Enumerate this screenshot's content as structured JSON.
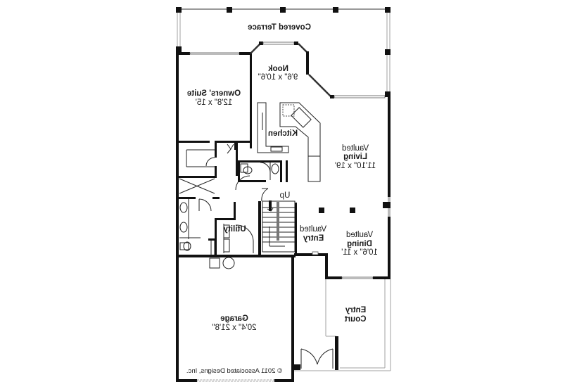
{
  "plan": {
    "orientation": "mirrored-horizontally",
    "rooms": [
      {
        "name": "Covered Terrace",
        "dims": ""
      },
      {
        "name": "Nook",
        "dims": "9'6\" x 10'6\""
      },
      {
        "name": "Owners' Suite",
        "dims": "12'8\" x 15'"
      },
      {
        "name": "Kitchen",
        "dims": ""
      },
      {
        "name": "Vaulted",
        "name2": "Living",
        "dims": "11'10\" x 19'"
      },
      {
        "name": "Utility",
        "dims": ""
      },
      {
        "name": "Vaulted",
        "name2": "Entry",
        "dims": ""
      },
      {
        "name": "Vaulted",
        "name2": "Dining",
        "dims": "10'6\" x 11'"
      },
      {
        "name": "Garage",
        "dims": "20'4\" x 21'8\""
      },
      {
        "name": "Entry",
        "name2": "Court",
        "dims": ""
      }
    ],
    "stair_label": "Up",
    "copyright": "© 2011 Associated Designs, Inc.",
    "colors": {
      "wall": "#111111",
      "line": "#222222",
      "secondary": "#a0a0a0",
      "background": "#ffffff"
    }
  }
}
